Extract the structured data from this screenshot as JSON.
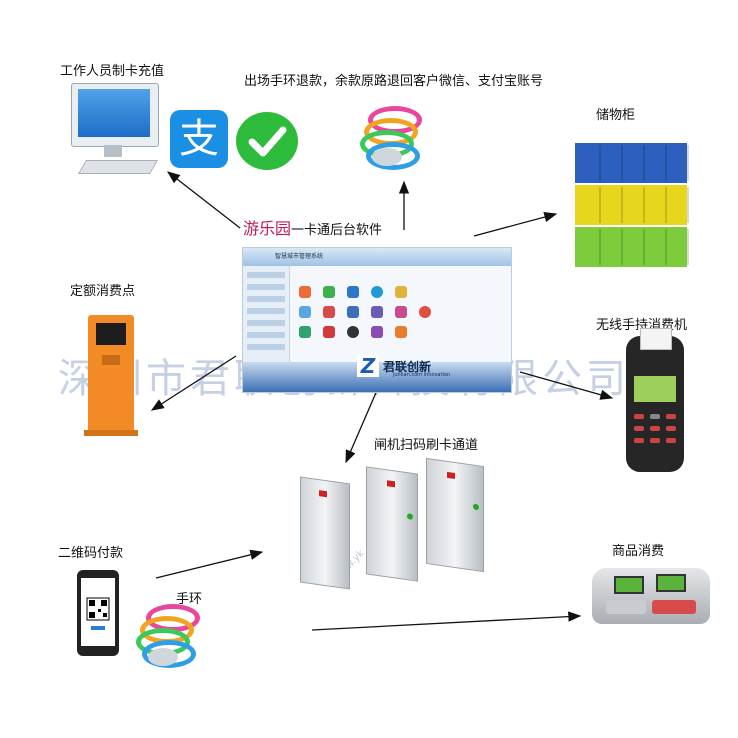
{
  "labels": {
    "staff_recharge": "工作人员制卡充值",
    "refund_note": "出场手环退款，余款原路退回客户微信、支付宝账号",
    "locker": "储物柜",
    "backend_red": "游乐园",
    "backend_black": "一卡通后台软件",
    "fixed_consumption": "定额消费点",
    "wireless_pos": "无线手持消费机",
    "gate_channel": "闸机扫码刷卡通道",
    "qr_payment": "二维码付款",
    "wristband": "手环",
    "product_consumption": "商品消费"
  },
  "watermark": "深圳市君联创新科技有限公司",
  "software": {
    "window_title": "智慧城市管理系统",
    "logo_name": "君联创新",
    "logo_sub": "junlian.com Innovation"
  },
  "icons": {
    "alipay": "支",
    "wechat": "check-icon"
  },
  "colors": {
    "alipay_blue": "#1a8fe3",
    "wechat_green": "#2dbb3c",
    "label_red": "#c2185b",
    "arrow": "#111111"
  }
}
